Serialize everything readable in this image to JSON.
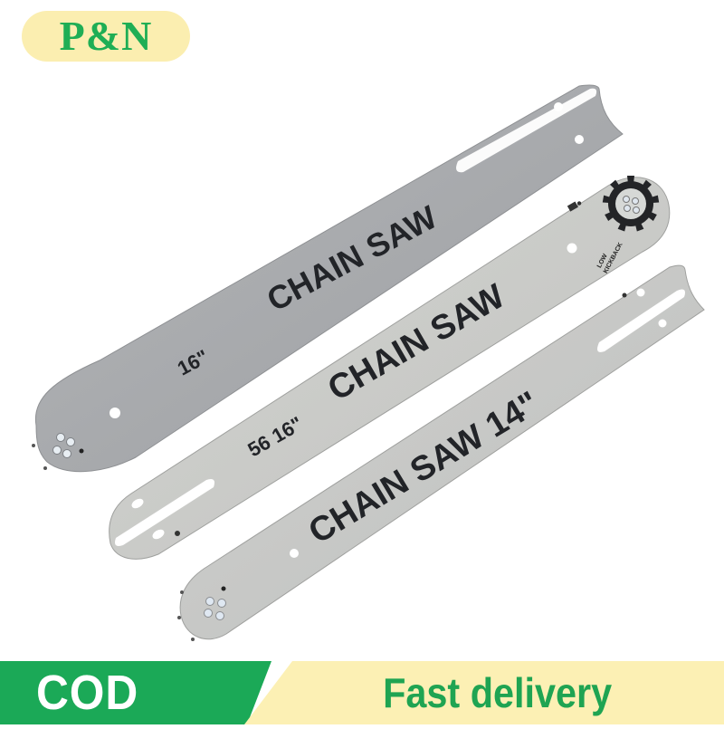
{
  "brand": {
    "logo_text": "P&N",
    "logo_color": "#1fae55",
    "badge_color": "#fbeeb0"
  },
  "product": {
    "blades": [
      {
        "id": "blade-top",
        "label": "CHAIN SAW",
        "size": "16\"",
        "color": "#a7a9ac"
      },
      {
        "id": "blade-middle",
        "label": "CHAIN SAW",
        "size": "56 16\"",
        "sprocket_text_1": "LOW",
        "sprocket_text_2": "KICKBACK",
        "color": "#c9cac7"
      },
      {
        "id": "blade-bottom",
        "label": "CHAIN SAW 14\"",
        "color": "#c4c5c3"
      }
    ]
  },
  "footer": {
    "left_label": "COD",
    "left_color": "#1ba957",
    "right_label": "Fast delivery",
    "right_color": "#fcf0b4",
    "right_text_color": "#1fa452"
  }
}
